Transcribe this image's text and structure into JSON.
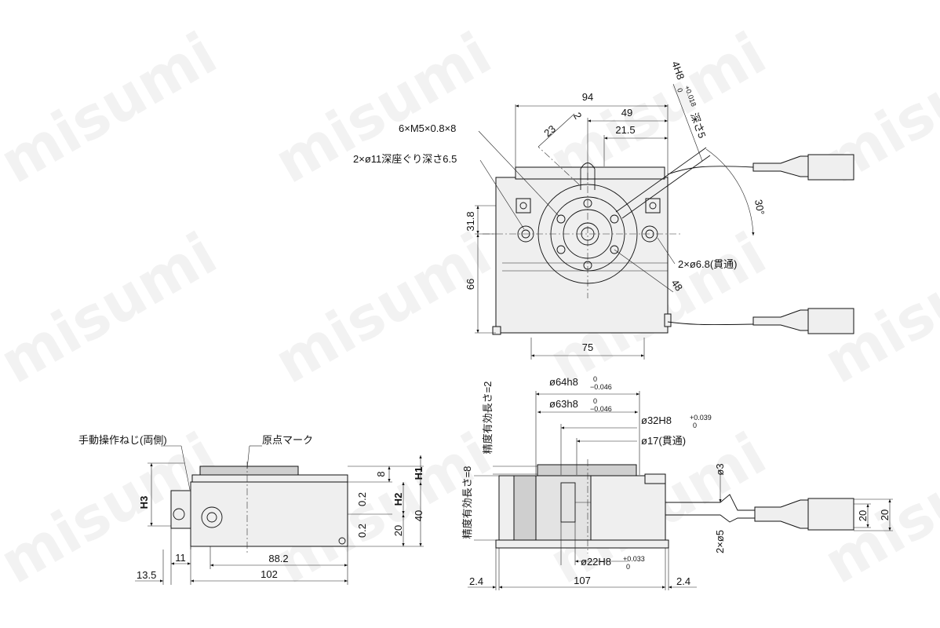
{
  "watermark": "misumi",
  "top_view": {
    "dim_94": "94",
    "dim_49": "49",
    "dim_21_5": "21.5",
    "dim_23": "23",
    "dim_2": "2",
    "thread_note": "6×M5×0.8×8",
    "counterbore_note": "2×ø11深座ぐり深さ6.5",
    "dim_31_8": "31.8",
    "dim_66": "66",
    "dim_75": "75",
    "dim_48": "48",
    "through_hole_note": "2×ø6.8(貫通)",
    "pin_hole_note": "4H8",
    "pin_hole_tol_upper": "+0.018",
    "pin_hole_tol_lower": "0",
    "pin_hole_depth": "深さ5",
    "angle_30": "30°"
  },
  "side_view": {
    "manual_screw_label": "手動操作ねじ(両側)",
    "origin_mark_label": "原点マーク",
    "dim_h3": "H3",
    "dim_8": "8",
    "dim_h1": "H1",
    "dim_0_2_top": "0.2",
    "dim_h2": "H2",
    "dim_0_2_bottom": "0.2",
    "dim_20": "20",
    "dim_40": "40",
    "dim_11": "11",
    "dim_88_2": "88.2",
    "dim_13_5": "13.5",
    "dim_102": "102"
  },
  "front_view": {
    "eff_len_2": "精度有効長さ=2",
    "eff_len_8": "精度有効長さ=8",
    "d64": "ø64h8",
    "d64_upper": "0",
    "d64_lower": "−0.046",
    "d63": "ø63h8",
    "d63_upper": "0",
    "d63_lower": "−0.046",
    "d32": "ø32H8",
    "d32_upper": "+0.039",
    "d32_lower": "0",
    "d17": "ø17(貫通)",
    "d22": "ø22H8",
    "d22_upper": "+0.033",
    "d22_lower": "0",
    "dim_3": "ø3",
    "dim_2x5": "2×ø5",
    "dim_20a": "20",
    "dim_20b": "20",
    "dim_2_4_left": "2.4",
    "dim_107": "107",
    "dim_2_4_right": "2.4"
  }
}
